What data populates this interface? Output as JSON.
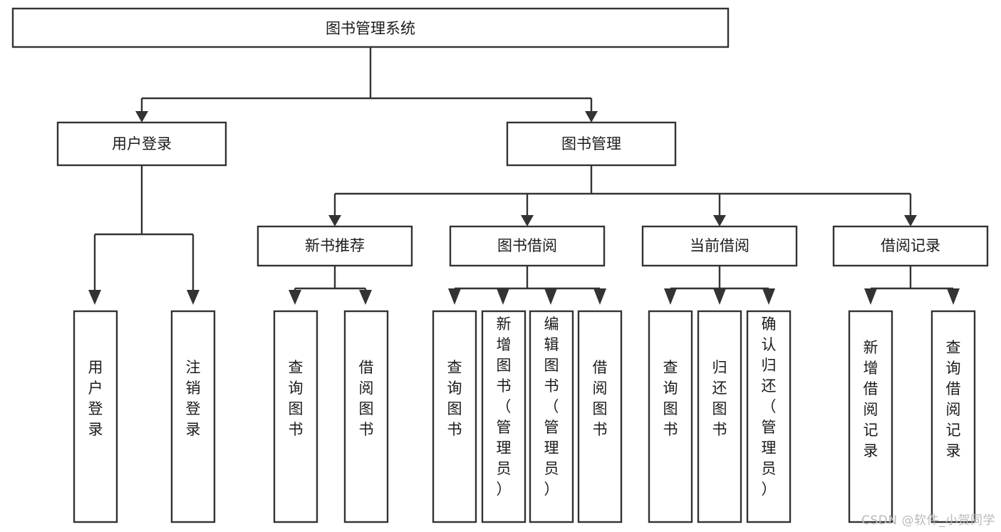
{
  "diagram": {
    "type": "hierarchy-tree",
    "title": "图书管理系统",
    "watermark": "CSDN @软件_小贺同学",
    "levels": {
      "root": {
        "label": "图书管理系统"
      },
      "level2": [
        {
          "label": "用户登录"
        },
        {
          "label": "图书管理"
        }
      ],
      "level3": [
        {
          "label": "新书推荐"
        },
        {
          "label": "图书借阅"
        },
        {
          "label": "当前借阅"
        },
        {
          "label": "借阅记录"
        }
      ],
      "leaves": [
        {
          "label": "用户登录",
          "parent": "用户登录"
        },
        {
          "label": "注销登录",
          "parent": "用户登录"
        },
        {
          "label": "查询图书",
          "parent": "新书推荐"
        },
        {
          "label": "借阅图书",
          "parent": "新书推荐"
        },
        {
          "label": "查询图书",
          "parent": "图书借阅"
        },
        {
          "label": "新增图书（管理员）",
          "parent": "图书借阅"
        },
        {
          "label": "编辑图书（管理员）",
          "parent": "图书借阅"
        },
        {
          "label": "借阅图书",
          "parent": "图书借阅"
        },
        {
          "label": "查询图书",
          "parent": "当前借阅"
        },
        {
          "label": "归还图书",
          "parent": "当前借阅"
        },
        {
          "label": "确认归还（管理员）",
          "parent": "当前借阅"
        },
        {
          "label": "新增借阅记录",
          "parent": "借阅记录"
        },
        {
          "label": "查询借阅记录",
          "parent": "借阅记录"
        }
      ]
    },
    "colors": {
      "box_fill": "#ffffff",
      "box_stroke": "#333333",
      "text": "#1b1b1b",
      "connector": "#333333",
      "watermark": "#b9b9b9",
      "background": "#ffffff"
    }
  }
}
